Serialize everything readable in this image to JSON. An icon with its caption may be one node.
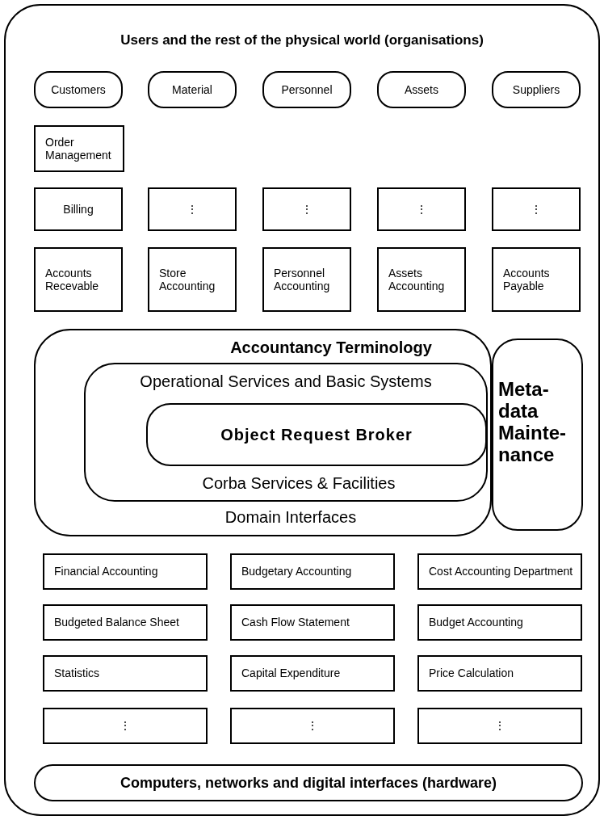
{
  "diagram": {
    "nodes": [
      {
        "text": [
          "Users and the rest of the physical world (organisations)"
        ]
      },
      {
        "text": [
          "Customers"
        ],
        "in": 0
      },
      {
        "text": [
          "Material"
        ],
        "in": 0
      },
      {
        "text": [
          "Personnel"
        ],
        "in": 0
      },
      {
        "text": [
          "Assets"
        ],
        "in": 0
      },
      {
        "text": [
          "Suppliers"
        ],
        "in": 0
      },
      {
        "text": [
          "Order Management"
        ],
        "in": 0
      },
      {
        "text": [
          "Billing"
        ],
        "in": 0
      },
      {
        "text": [
          "⋮"
        ],
        "in": 0
      },
      {
        "text": [
          "⋮"
        ],
        "in": 0
      },
      {
        "text": [
          "⋮"
        ],
        "in": 0
      },
      {
        "text": [
          "⋮"
        ],
        "in": 0
      },
      {
        "text": [
          "Accounts Recevable"
        ],
        "in": 0
      },
      {
        "text": [
          "Store Accounting"
        ],
        "in": 0
      },
      {
        "text": [
          "Personnel Accounting"
        ],
        "in": 0
      },
      {
        "text": [
          "Assets Accounting"
        ],
        "in": 0
      },
      {
        "text": [
          "Accounts Payable"
        ],
        "in": 0
      },
      {
        "text": [
          "Accountancy Terminology",
          "Domain Interfaces"
        ],
        "in": 0
      },
      {
        "text": [
          "Operational Services and Basic Systems",
          "Corba Services & Facilities"
        ],
        "in": 17
      },
      {
        "text": [
          "Object Request Broker"
        ],
        "in": 18
      },
      {
        "text": [
          "Meta- data Mainte- nance"
        ],
        "in": 0
      },
      {
        "text": [
          "Financial Accounting"
        ],
        "in": 0
      },
      {
        "text": [
          "Budgetary Accounting"
        ],
        "in": 0
      },
      {
        "text": [
          "Cost Accounting Department"
        ],
        "in": 0
      },
      {
        "text": [
          "Budgeted Balance Sheet"
        ],
        "in": 0
      },
      {
        "text": [
          "Cash Flow Statement"
        ],
        "in": 0
      },
      {
        "text": [
          "Budget Accounting"
        ],
        "in": 0
      },
      {
        "text": [
          "Statistics"
        ],
        "in": 0
      },
      {
        "text": [
          "Capital Expenditure"
        ],
        "in": 0
      },
      {
        "text": [
          "Price Calculation"
        ],
        "in": 0
      },
      {
        "text": [
          "⋮"
        ],
        "in": 0
      },
      {
        "text": [
          "⋮"
        ],
        "in": 0
      },
      {
        "text": [
          "⋮"
        ],
        "in": 0
      },
      {
        "text": [
          "Computers, networks and digital interfaces (hardware)"
        ],
        "in": 0
      }
    ]
  }
}
